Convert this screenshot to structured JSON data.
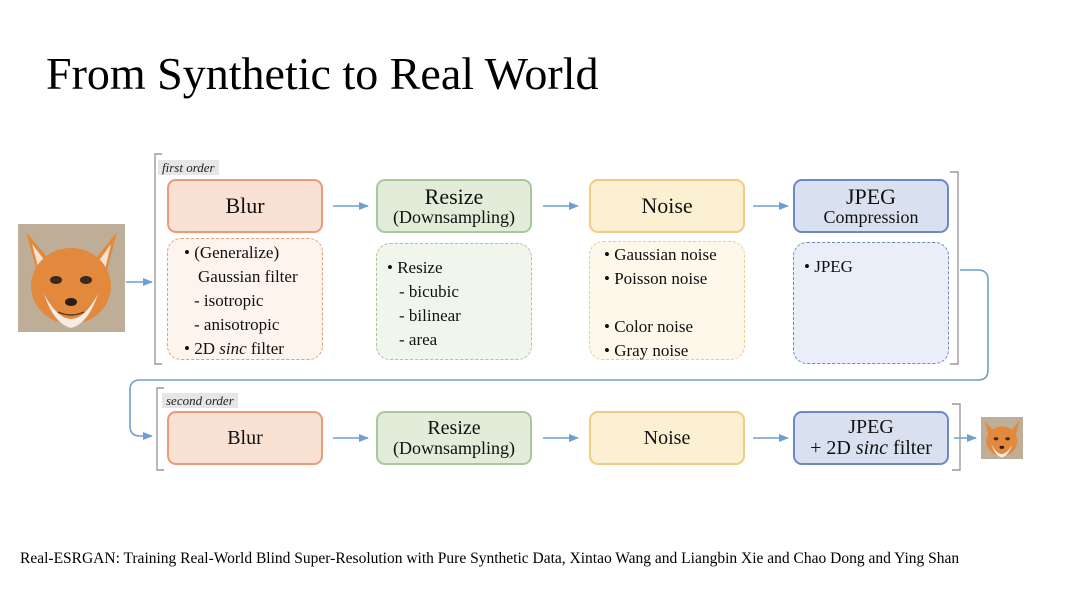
{
  "slide": {
    "title": "From Synthetic to Real World",
    "citation": "Real-ESRGAN: Training Real-World Blind Super-Resolution with Pure Synthetic Data, Xintao Wang and Liangbin Xie and Chao Dong and Ying Shan"
  },
  "diagram": {
    "first_order_label": "first order",
    "second_order_label": "second order",
    "first_order": {
      "blur": "Blur",
      "resize_title": "Resize",
      "resize_sub": "(Downsampling)",
      "noise": "Noise",
      "jpeg_title": "JPEG",
      "jpeg_sub": "Compression"
    },
    "blur_details": [
      "• (Generalize)",
      "Gaussian filter",
      "- isotropic",
      "- anisotropic",
      "• 2D ",
      "sinc",
      " filter"
    ],
    "resize_details": [
      "• Resize",
      "- bicubic",
      "- bilinear",
      "- area"
    ],
    "noise_details": [
      "• Gaussian noise",
      "• Poisson noise",
      "• Color noise",
      "• Gray noise"
    ],
    "jpeg_details": [
      "• JPEG"
    ],
    "second_order": {
      "blur": "Blur",
      "resize_title": "Resize",
      "resize_sub": "(Downsampling)",
      "noise": "Noise",
      "jpeg_title": "JPEG",
      "jpeg_sub_prefix": "+ 2D ",
      "jpeg_sub_italic": "sinc",
      "jpeg_sub_suffix": " filter"
    }
  },
  "colors": {
    "orange": "#eb9c76",
    "green": "#a8c79b",
    "yellow": "#f0cd80",
    "blue": "#6d89c4",
    "arrow": "#6e9fd1"
  },
  "images": {
    "input_image": "fox-portrait-large",
    "output_image": "fox-portrait-small"
  }
}
